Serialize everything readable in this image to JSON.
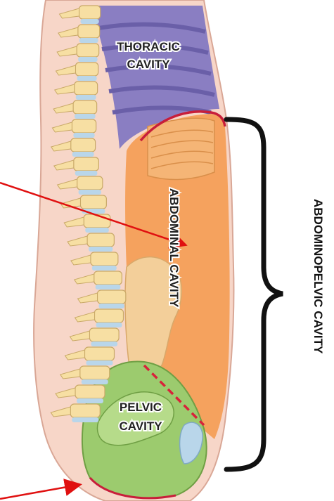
{
  "labels": {
    "thoracic_line1": "THORACIC",
    "thoracic_line2": "CAVITY",
    "abdominal": "ABDOMINAL CAVITY",
    "pelvic_line1": "PELVIC",
    "pelvic_line2": "CAVITY",
    "abdominopelvic": "ABDOMINOPELVIC CAVITY"
  },
  "colors": {
    "thoracic_fill": "#8a7ec2",
    "rib_bands": "#6a5fa8",
    "abdominal_fill": "#f5a25e",
    "pelvic_fill": "#9ccb6e",
    "bone": "#f7dfa3",
    "disc": "#b9d6ea",
    "skin": "#f7d6c8",
    "diaphragm": "#c81e3a",
    "pointer_arrow": "#e01010",
    "bracket": "#111111"
  }
}
